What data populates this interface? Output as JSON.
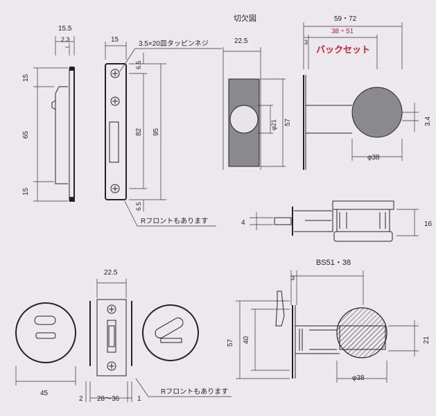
{
  "labels": {
    "cutout_title": "切欠図",
    "screw_spec": "3.5×20皿タッピンネジ",
    "r_front_1": "Rフロントもあります",
    "r_front_2": "Rフロントもあります",
    "backset_heading": "バックセット",
    "backset_bottom": "BS51・38"
  },
  "dims": {
    "d_15_5": "15.5",
    "d_2_3": "2.3",
    "d_15_top": "15",
    "d_65": "65",
    "d_15_bot": "15",
    "d_15_plate": "15",
    "d_6_5_top": "6.5",
    "d_82": "82",
    "d_95": "95",
    "d_6_5_bot": "6.5",
    "d_22_5_cut": "22.5",
    "d_phi21": "φ21",
    "d_57_cut": "57",
    "d_59_72": "59・72",
    "d_38_51": "38・51",
    "d_3_top": "3",
    "d_3_4": "3.4",
    "d_phi38_top": "φ38",
    "d_4": "4",
    "d_16": "16",
    "d_22_5_bot": "22.5",
    "d_45": "45",
    "d_2": "2",
    "d_28_36": "28〜36",
    "d_1": "1",
    "d_3_bot": "3",
    "d_57_bot": "57",
    "d_40": "40",
    "d_21": "21",
    "d_phi38_bot": "φ38"
  },
  "colors": {
    "background": "#ece8ee",
    "red_text": "#e0202a",
    "fill_gray": "#8a8a8e"
  }
}
